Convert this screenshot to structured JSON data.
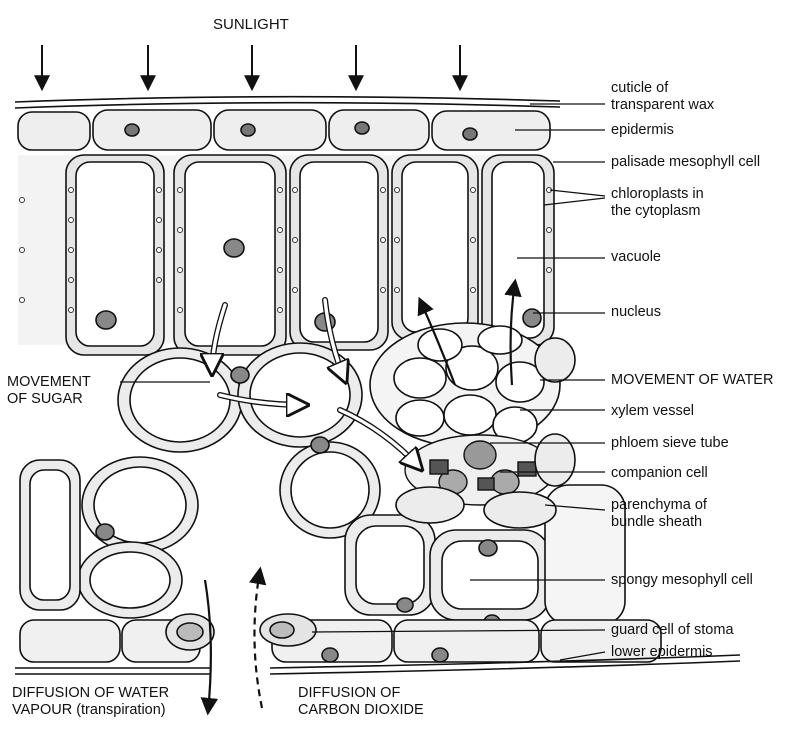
{
  "title": "SUNLIGHT",
  "labels": {
    "cuticle": [
      "cuticle of",
      "transparent wax"
    ],
    "epidermis": "epidermis",
    "palisade": "palisade mesophyll cell",
    "chloroplasts": [
      "chloroplasts in",
      "the cytoplasm"
    ],
    "vacuole": "vacuole",
    "nucleus": "nucleus",
    "water_movement": "MOVEMENT OF WATER",
    "xylem": "xylem vessel",
    "phloem": "phloem sieve tube",
    "companion": "companion cell",
    "bundle_sheath": [
      "parenchyma of",
      "bundle sheath"
    ],
    "spongy": "spongy mesophyll cell",
    "guard_cell": "guard cell of stoma",
    "lower_epidermis": "lower epidermis",
    "sugar_movement": [
      "MOVEMENT",
      "OF SUGAR"
    ],
    "water_vapour": [
      "DIFFUSION OF WATER",
      "VAPOUR (transpiration)"
    ],
    "co2": [
      "DIFFUSION OF",
      "CARBON DIOXIDE"
    ]
  }
}
